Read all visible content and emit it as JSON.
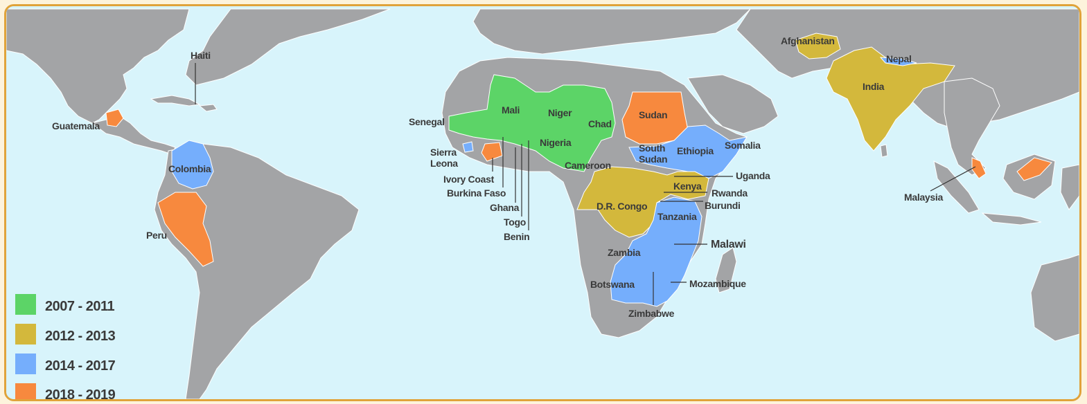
{
  "legend": [
    {
      "label": "2007 - 2011",
      "color": "#5cd467"
    },
    {
      "label": "2012 - 2013",
      "color": "#d3b83c"
    },
    {
      "label": "2014 - 2017",
      "color": "#75aefc"
    },
    {
      "label": "2018 - 2019",
      "color": "#f7893e"
    }
  ],
  "colors": {
    "ocean": "#d8f4fb",
    "land": "#a3a4a6",
    "frame": "#e0a33a"
  },
  "countries": {
    "haiti": "Haiti",
    "guatemala": "Guatemala",
    "colombia": "Colombia",
    "peru": "Peru",
    "senegal": "Senegal",
    "sierra_leona_1": "Sierra",
    "sierra_leona_2": "Leona",
    "ivory_coast": "Ivory Coast",
    "burkina_faso": "Burkina Faso",
    "ghana": "Ghana",
    "togo": "Togo",
    "benin": "Benin",
    "mali": "Mali",
    "niger": "Niger",
    "chad": "Chad",
    "nigeria": "Nigeria",
    "cameroon": "Cameroon",
    "sudan": "Sudan",
    "south_sudan_1": "South",
    "south_sudan_2": "Sudan",
    "ethiopia": "Ethiopia",
    "somalia": "Somalia",
    "uganda": "Uganda",
    "kenya": "Kenya",
    "rwanda": "Rwanda",
    "burundi": "Burundi",
    "dr_congo": "D.R. Congo",
    "tanzania": "Tanzania",
    "malawi": "Malawi",
    "zambia": "Zambia",
    "botswana": "Botswana",
    "mozambique": "Mozambique",
    "zimbabwe": "Zimbabwe",
    "afghanistan": "Afghanistan",
    "nepal": "Nepal",
    "india": "India",
    "malaysia": "Malaysia"
  }
}
